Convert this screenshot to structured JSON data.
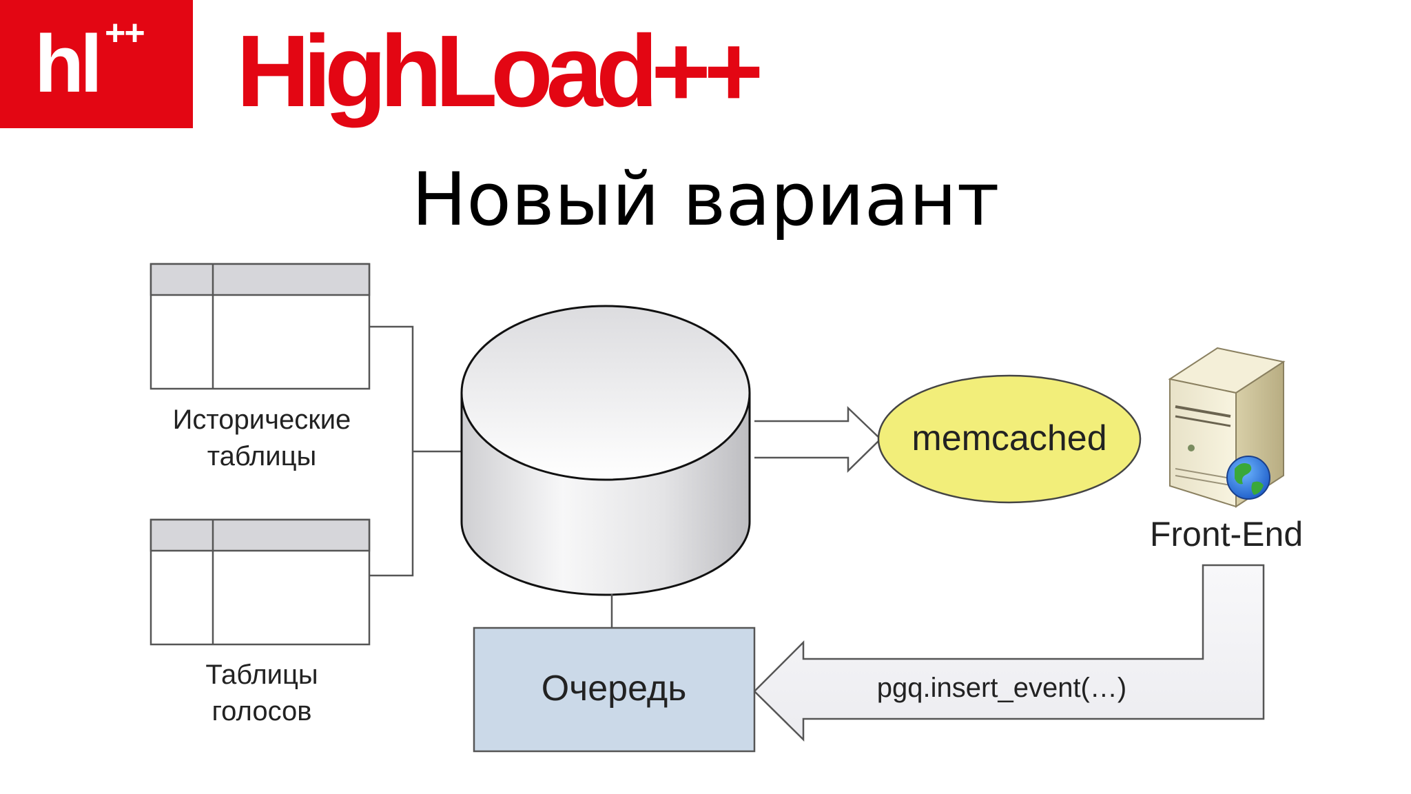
{
  "logo": {
    "mark": "hl",
    "mark_sup": "++",
    "brand": "HighLoad++"
  },
  "slide": {
    "title": "Новый вариант"
  },
  "diagram": {
    "historical_tables": {
      "line1": "Исторические",
      "line2": "таблицы"
    },
    "vote_tables": {
      "line1": "Таблицы",
      "line2": "голосов"
    },
    "memcached": "memcached",
    "frontend": "Front-End",
    "queue": "Очередь",
    "call": "pgq.insert_event(…)"
  },
  "colors": {
    "brand_red": "#e30613",
    "memcached_fill": "#f2ee7a",
    "queue_fill": "#cbd9e8",
    "table_header": "#d6d6da"
  }
}
